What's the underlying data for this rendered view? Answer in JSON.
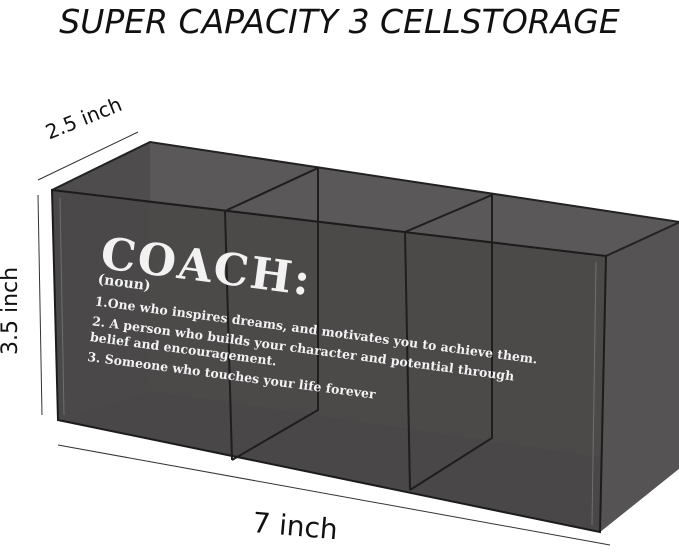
{
  "title": "SUPER CAPACITY 3 CELLSTORAGE",
  "dimensions": {
    "depth": "2.5 inch",
    "height": "3.5 inch",
    "width": "7 inch"
  },
  "print": {
    "heading": "COACH:",
    "subheading": "(noun)",
    "definitions": [
      "1.One who inspires dreams, and motivates you to achieve them.",
      "2. A person who builds your character and potential through",
      "belief and encouragement.",
      "3. Someone who touches your life forever"
    ]
  },
  "colors": {
    "box": "#4a4848",
    "edge": "#1c1c1c",
    "text": "#f2f2f2"
  }
}
